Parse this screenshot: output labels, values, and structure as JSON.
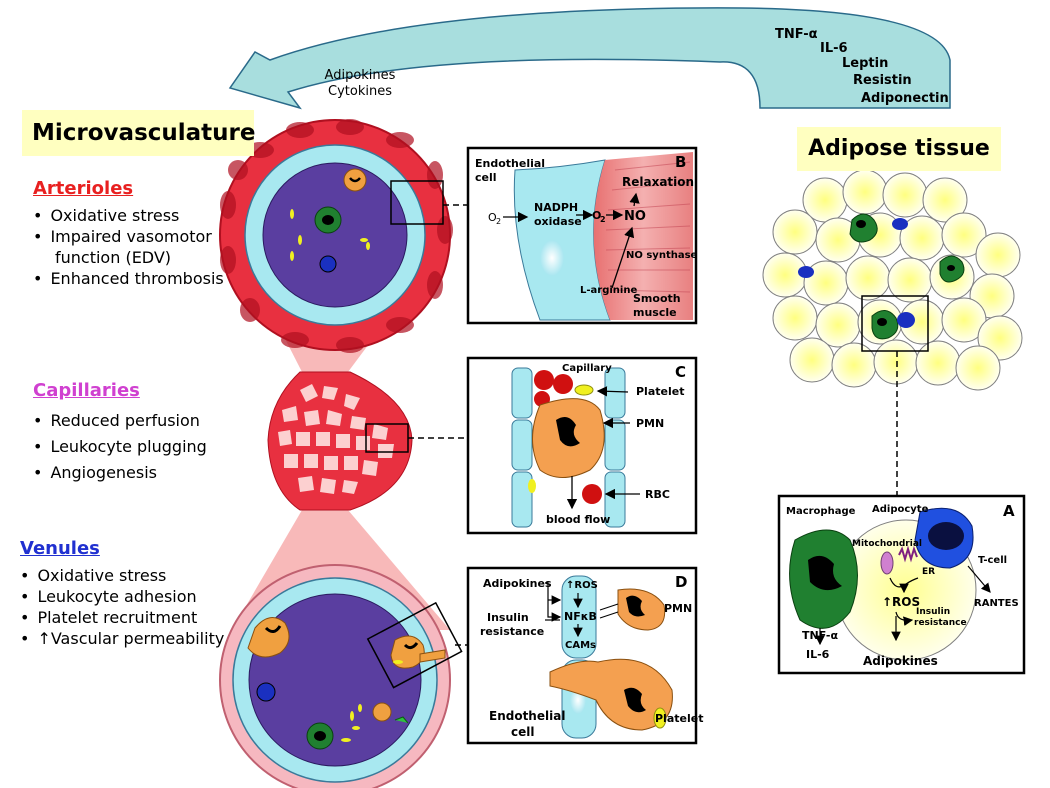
{
  "top_arrow": {
    "label_line1": "Adipokines",
    "label_line2": "Cytokines",
    "factors": [
      "TNF-α",
      "IL-6",
      "Leptin",
      "Resistin",
      "Adiponectin"
    ]
  },
  "microvasculature_title": "Microvasculature",
  "adipose_title": "Adipose tissue",
  "arterioles": {
    "header": "Arterioles",
    "items": [
      "Oxidative stress",
      "Impaired vasomotor",
      "function (EDV)",
      "Enhanced thrombosis"
    ]
  },
  "capillaries": {
    "header": "Capillaries",
    "items": [
      "Reduced perfusion",
      "Leukocyte plugging",
      "Angiogenesis"
    ]
  },
  "venules": {
    "header": "Venules",
    "items": [
      "Oxidative stress",
      "Leukocyte adhesion",
      "Platelet recruitment",
      "↑Vascular permeability"
    ]
  },
  "panel_b": {
    "letter": "B",
    "endothelial": "Endothelial",
    "cell": "cell",
    "relaxation": "Relaxation",
    "nadph1": "NADPH",
    "nadph2": "oxidase",
    "o2_left": "O",
    "o2_right": "O",
    "sub2": "2",
    "no": "NO",
    "no_synthase": "NO synthase",
    "l_arginine": "L-arginine",
    "smooth": "Smooth",
    "muscle": "muscle"
  },
  "panel_c": {
    "letter": "C",
    "capillary": "Capillary",
    "platelet": "Platelet",
    "pmn": "PMN",
    "rbc": "RBC",
    "blood_flow": "blood flow"
  },
  "panel_d": {
    "letter": "D",
    "adipokines": "Adipokines",
    "insulin1": "Insulin",
    "insulin2": "resistance",
    "ros": "↑ROS",
    "nfkb": "NFκB",
    "cams": "CAMs",
    "pmn": "PMN",
    "endothelial": "Endothelial",
    "cell": "cell",
    "platelet": "Platelet"
  },
  "panel_a": {
    "letter": "A",
    "macrophage": "Macrophage",
    "adipocyte": "Adipocyte",
    "mitochondrial": "Mitochondrial",
    "er": "ER",
    "ros": "↑ROS",
    "insulin1": "Insulin",
    "insulin2": "resistance",
    "tcell": "T-cell",
    "rantes": "RANTES",
    "tnf": "TNF-α",
    "il6": "IL-6",
    "adipokines": "Adipokines"
  }
}
